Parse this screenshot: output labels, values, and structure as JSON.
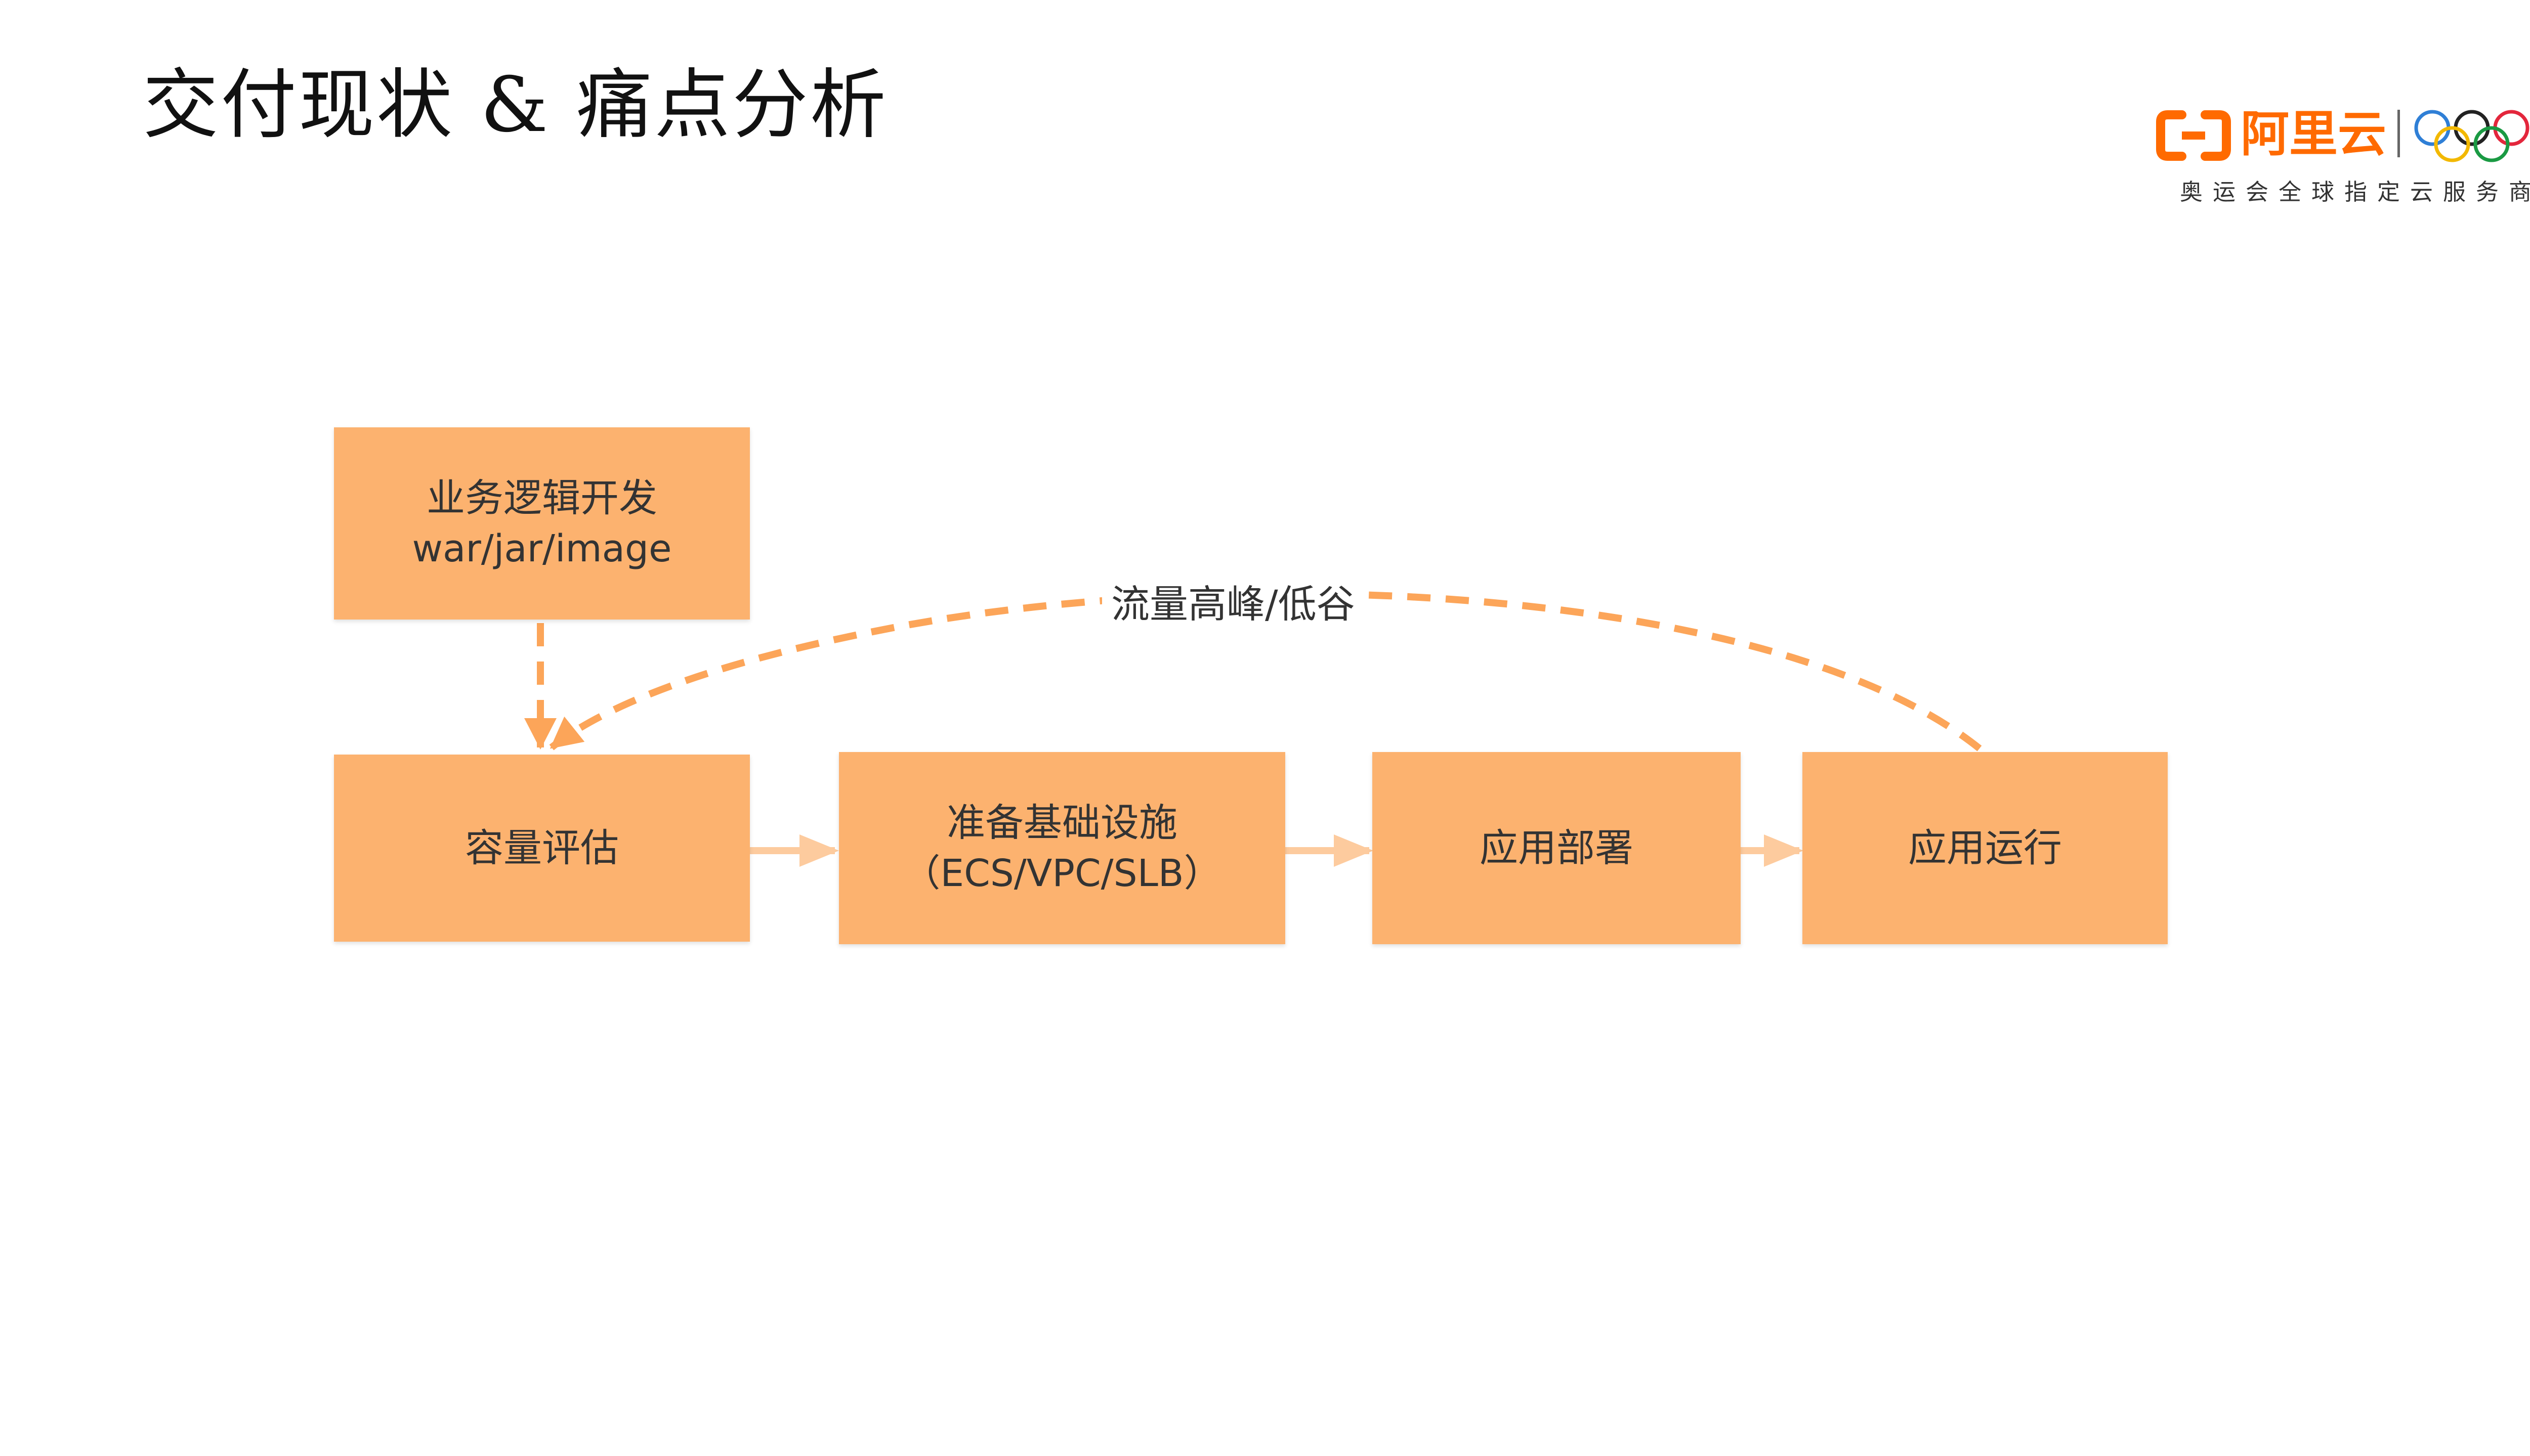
{
  "slide": {
    "title": "交付现状 & 痛点分析"
  },
  "logo": {
    "mark_icon": "alibaba-cloud-mark-icon",
    "brand_name": "阿里云",
    "rings_icon": "olympic-rings-icon",
    "tagline": "奥运会全球指定云服务商",
    "brand_color": "#ff6a00"
  },
  "diagram": {
    "box_color": "#fcb26f",
    "dashed_arrow_color": "#fca559",
    "solid_arrow_color": "#fdcb9e",
    "nodes": {
      "dev": {
        "line1": "业务逻辑开发",
        "line2": "war/jar/image"
      },
      "capacity": {
        "line1": "容量评估"
      },
      "infra": {
        "line1": "准备基础设施",
        "line2": "（ECS/VPC/SLB）"
      },
      "deploy": {
        "line1": "应用部署"
      },
      "run": {
        "line1": "应用运行"
      }
    },
    "loop_label": "流量高峰/低谷"
  }
}
